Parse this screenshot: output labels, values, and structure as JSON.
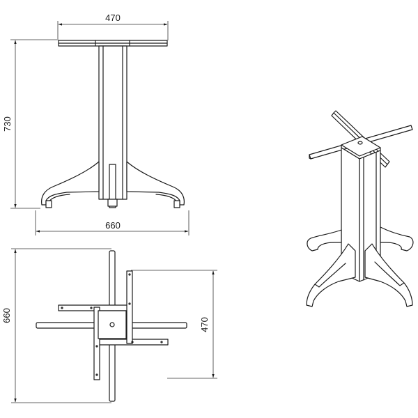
{
  "dimensions": {
    "front_top_width": "470",
    "front_height": "730",
    "front_base_width": "660",
    "plan_overall": "660",
    "plan_top": "470"
  }
}
